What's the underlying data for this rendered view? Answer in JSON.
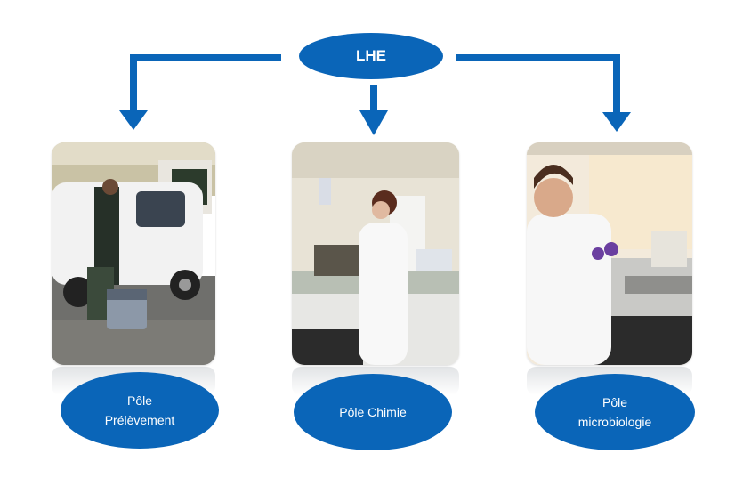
{
  "diagram": {
    "root_label": "LHE",
    "accent_color": "#0a65b8",
    "nodes": [
      {
        "line1": "Pôle",
        "line2": "Prélèvement",
        "photo": "field-sampling-van-photo"
      },
      {
        "line1": "Pôle Chimie",
        "line2": "",
        "photo": "chemistry-lab-photo"
      },
      {
        "line1": "Pôle",
        "line2": "microbiologie",
        "photo": "microbiology-lab-photo"
      }
    ]
  }
}
